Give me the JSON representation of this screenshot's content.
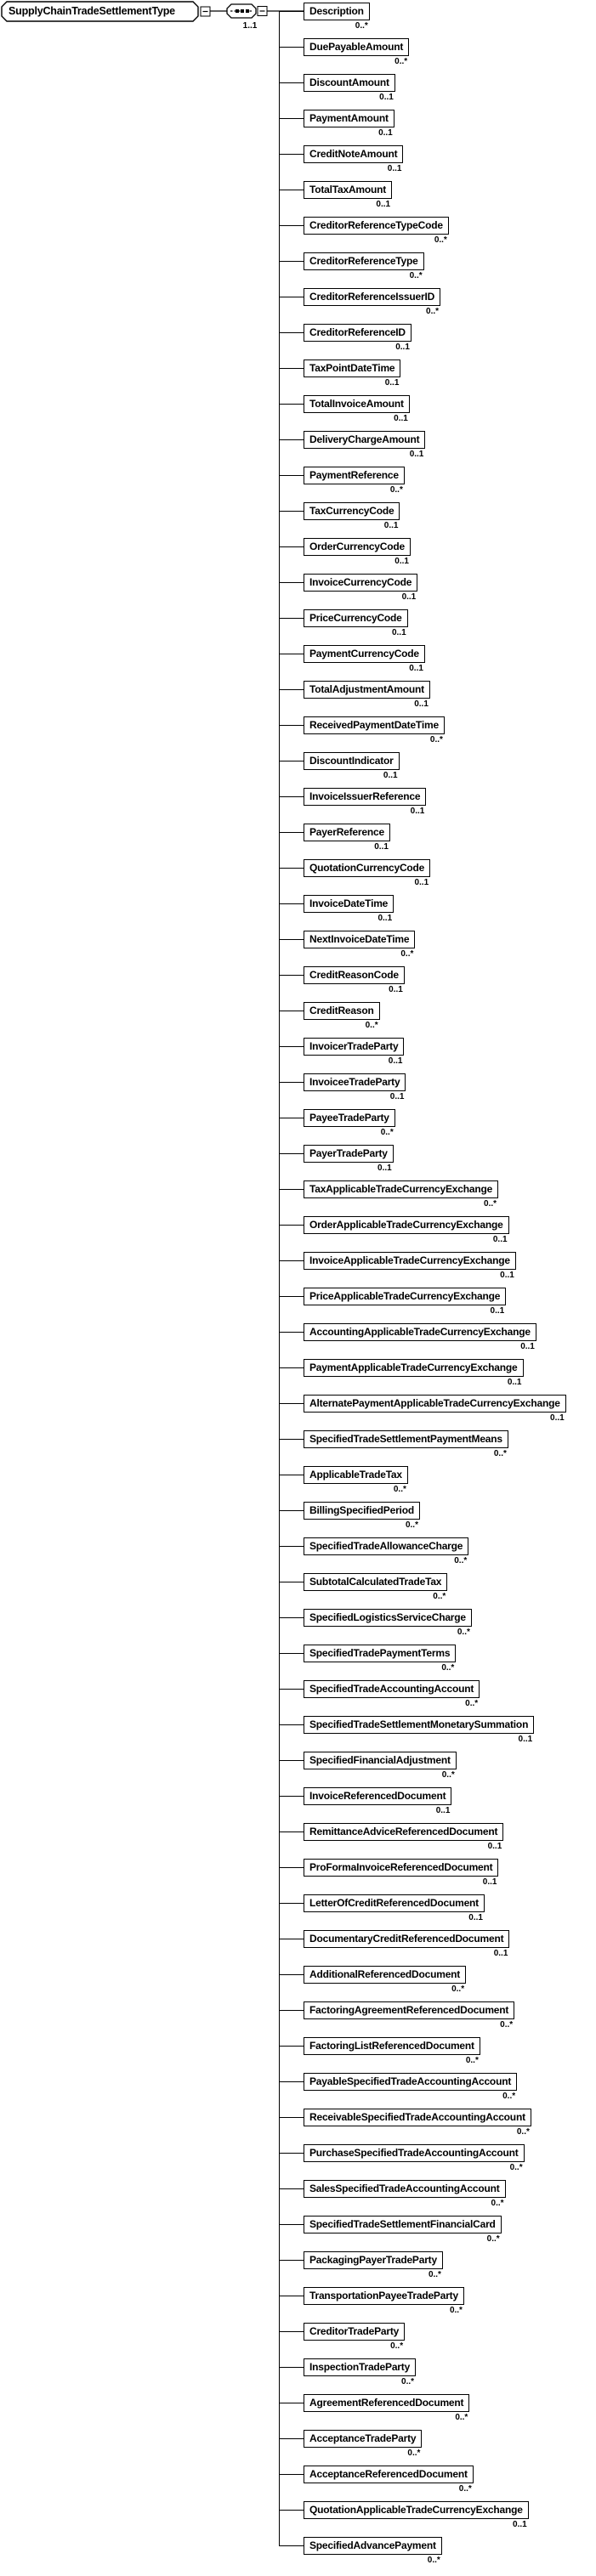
{
  "diagram": {
    "root": {
      "label": "SupplyChainTradeSettlementType"
    },
    "compositor": {
      "type": "sequence",
      "cardinality": "1..1"
    },
    "colors": {
      "line": "#000000",
      "box_fill": "#ffffff",
      "text": "#000000"
    },
    "children": [
      {
        "name": "Description",
        "cardinality": "0..*"
      },
      {
        "name": "DuePayableAmount",
        "cardinality": "0..*"
      },
      {
        "name": "DiscountAmount",
        "cardinality": "0..1"
      },
      {
        "name": "PaymentAmount",
        "cardinality": "0..1"
      },
      {
        "name": "CreditNoteAmount",
        "cardinality": "0..1"
      },
      {
        "name": "TotalTaxAmount",
        "cardinality": "0..1"
      },
      {
        "name": "CreditorReferenceTypeCode",
        "cardinality": "0..*"
      },
      {
        "name": "CreditorReferenceType",
        "cardinality": "0..*"
      },
      {
        "name": "CreditorReferenceIssuerID",
        "cardinality": "0..*"
      },
      {
        "name": "CreditorReferenceID",
        "cardinality": "0..1"
      },
      {
        "name": "TaxPointDateTime",
        "cardinality": "0..1"
      },
      {
        "name": "TotalInvoiceAmount",
        "cardinality": "0..1"
      },
      {
        "name": "DeliveryChargeAmount",
        "cardinality": "0..1"
      },
      {
        "name": "PaymentReference",
        "cardinality": "0..*"
      },
      {
        "name": "TaxCurrencyCode",
        "cardinality": "0..1"
      },
      {
        "name": "OrderCurrencyCode",
        "cardinality": "0..1"
      },
      {
        "name": "InvoiceCurrencyCode",
        "cardinality": "0..1"
      },
      {
        "name": "PriceCurrencyCode",
        "cardinality": "0..1"
      },
      {
        "name": "PaymentCurrencyCode",
        "cardinality": "0..1"
      },
      {
        "name": "TotalAdjustmentAmount",
        "cardinality": "0..1"
      },
      {
        "name": "ReceivedPaymentDateTime",
        "cardinality": "0..*"
      },
      {
        "name": "DiscountIndicator",
        "cardinality": "0..1"
      },
      {
        "name": "InvoiceIssuerReference",
        "cardinality": "0..1"
      },
      {
        "name": "PayerReference",
        "cardinality": "0..1"
      },
      {
        "name": "QuotationCurrencyCode",
        "cardinality": "0..1"
      },
      {
        "name": "InvoiceDateTime",
        "cardinality": "0..1"
      },
      {
        "name": "NextInvoiceDateTime",
        "cardinality": "0..*"
      },
      {
        "name": "CreditReasonCode",
        "cardinality": "0..1"
      },
      {
        "name": "CreditReason",
        "cardinality": "0..*"
      },
      {
        "name": "InvoicerTradeParty",
        "cardinality": "0..1"
      },
      {
        "name": "InvoiceeTradeParty",
        "cardinality": "0..1"
      },
      {
        "name": "PayeeTradeParty",
        "cardinality": "0..*"
      },
      {
        "name": "PayerTradeParty",
        "cardinality": "0..1"
      },
      {
        "name": "TaxApplicableTradeCurrencyExchange",
        "cardinality": "0..*"
      },
      {
        "name": "OrderApplicableTradeCurrencyExchange",
        "cardinality": "0..1"
      },
      {
        "name": "InvoiceApplicableTradeCurrencyExchange",
        "cardinality": "0..1"
      },
      {
        "name": "PriceApplicableTradeCurrencyExchange",
        "cardinality": "0..1"
      },
      {
        "name": "AccountingApplicableTradeCurrencyExchange",
        "cardinality": "0..1"
      },
      {
        "name": "PaymentApplicableTradeCurrencyExchange",
        "cardinality": "0..1"
      },
      {
        "name": "AlternatePaymentApplicableTradeCurrencyExchange",
        "cardinality": "0..1"
      },
      {
        "name": "SpecifiedTradeSettlementPaymentMeans",
        "cardinality": "0..*"
      },
      {
        "name": "ApplicableTradeTax",
        "cardinality": "0..*"
      },
      {
        "name": "BillingSpecifiedPeriod",
        "cardinality": "0..*"
      },
      {
        "name": "SpecifiedTradeAllowanceCharge",
        "cardinality": "0..*"
      },
      {
        "name": "SubtotalCalculatedTradeTax",
        "cardinality": "0..*"
      },
      {
        "name": "SpecifiedLogisticsServiceCharge",
        "cardinality": "0..*"
      },
      {
        "name": "SpecifiedTradePaymentTerms",
        "cardinality": "0..*"
      },
      {
        "name": "SpecifiedTradeAccountingAccount",
        "cardinality": "0..*"
      },
      {
        "name": "SpecifiedTradeSettlementMonetarySummation",
        "cardinality": "0..1"
      },
      {
        "name": "SpecifiedFinancialAdjustment",
        "cardinality": "0..*"
      },
      {
        "name": "InvoiceReferencedDocument",
        "cardinality": "0..1"
      },
      {
        "name": "RemittanceAdviceReferencedDocument",
        "cardinality": "0..1"
      },
      {
        "name": "ProFormaInvoiceReferencedDocument",
        "cardinality": "0..1"
      },
      {
        "name": "LetterOfCreditReferencedDocument",
        "cardinality": "0..1"
      },
      {
        "name": "DocumentaryCreditReferencedDocument",
        "cardinality": "0..1"
      },
      {
        "name": "AdditionalReferencedDocument",
        "cardinality": "0..*"
      },
      {
        "name": "FactoringAgreementReferencedDocument",
        "cardinality": "0..*"
      },
      {
        "name": "FactoringListReferencedDocument",
        "cardinality": "0..*"
      },
      {
        "name": "PayableSpecifiedTradeAccountingAccount",
        "cardinality": "0..*"
      },
      {
        "name": "ReceivableSpecifiedTradeAccountingAccount",
        "cardinality": "0..*"
      },
      {
        "name": "PurchaseSpecifiedTradeAccountingAccount",
        "cardinality": "0..*"
      },
      {
        "name": "SalesSpecifiedTradeAccountingAccount",
        "cardinality": "0..*"
      },
      {
        "name": "SpecifiedTradeSettlementFinancialCard",
        "cardinality": "0..*"
      },
      {
        "name": "PackagingPayerTradeParty",
        "cardinality": "0..*"
      },
      {
        "name": "TransportationPayeeTradeParty",
        "cardinality": "0..*"
      },
      {
        "name": "CreditorTradeParty",
        "cardinality": "0..*"
      },
      {
        "name": "InspectionTradeParty",
        "cardinality": "0..*"
      },
      {
        "name": "AgreementReferencedDocument",
        "cardinality": "0..*"
      },
      {
        "name": "AcceptanceTradeParty",
        "cardinality": "0..*"
      },
      {
        "name": "AcceptanceReferencedDocument",
        "cardinality": "0..*"
      },
      {
        "name": "QuotationApplicableTradeCurrencyExchange",
        "cardinality": "0..1"
      },
      {
        "name": "SpecifiedAdvancePayment",
        "cardinality": "0..*"
      }
    ]
  }
}
